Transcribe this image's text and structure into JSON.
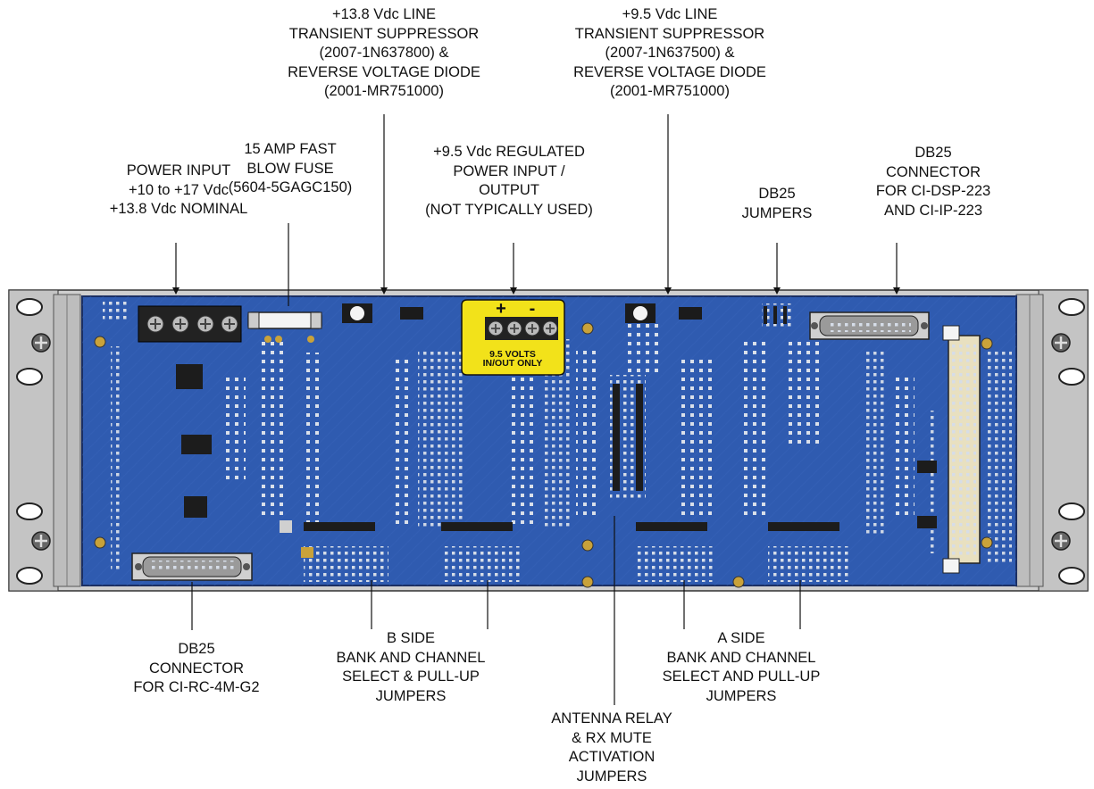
{
  "labels": {
    "suppressor_13v8": "+13.8 Vdc LINE\nTRANSIENT SUPPRESSOR\n(2007-1N637800) &\nREVERSE VOLTAGE DIODE\n(2001-MR751000)",
    "suppressor_9v5": "+9.5 Vdc LINE\nTRANSIENT SUPPRESSOR\n(2007-1N637500) &\nREVERSE VOLTAGE DIODE\n(2001-MR751000)",
    "power_input": "POWER INPUT\n+10 to +17 Vdc\n+13.8 Vdc NOMINAL",
    "fuse": "15 AMP FAST\nBLOW FUSE\n(5604-5GAGC150)",
    "regulated": "+9.5 Vdc REGULATED\nPOWER INPUT /\nOUTPUT\n(NOT TYPICALLY USED)",
    "db25_jumpers": "DB25\nJUMPERS",
    "db25_dsp": "DB25\nCONNECTOR\nFOR CI-DSP-223\nAND CI-IP-223",
    "db25_rc": "DB25\nCONNECTOR\nFOR CI-RC-4M-G2",
    "b_side": "B SIDE\nBANK AND CHANNEL\nSELECT & PULL-UP\nJUMPERS",
    "antenna": "ANTENNA RELAY\n& RX MUTE\nACTIVATION\nJUMPERS",
    "a_side": "A SIDE\nBANK AND CHANNEL\nSELECT AND PULL-UP\nJUMPERS"
  },
  "board_markings": {
    "terminal_polarity": [
      "+",
      "-"
    ],
    "yellow_plate": "9.5 VOLTS\nIN/OUT ONLY"
  },
  "colors": {
    "board": "#2f5bb0",
    "rack_panel": "#c9c9c9",
    "warning_plate": "#f2e21a",
    "leader_line": "#111111"
  }
}
